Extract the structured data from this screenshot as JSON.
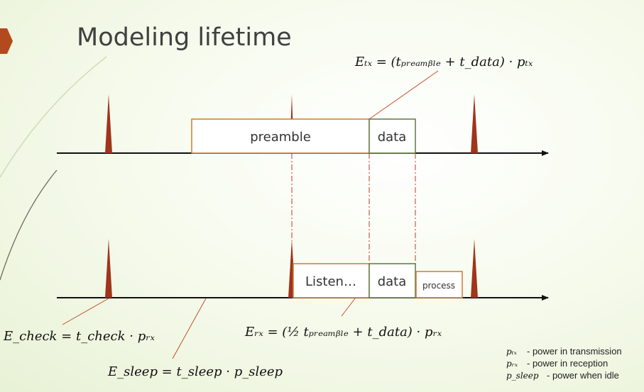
{
  "slide": {
    "title": "Modeling lifetime"
  },
  "colors": {
    "accent_arrow": "#b34a1d",
    "spike": "#a0341c",
    "preamble_border": "#d07a2e",
    "data_border": "#5f7a3d",
    "connector_line": "#c0502a",
    "dashed_line": "#c0392b"
  },
  "boxes": {
    "preamble": "preamble",
    "data_tx": "data",
    "listen": "Listen…",
    "data_rx": "data",
    "process": "process"
  },
  "formulas": {
    "e_tx": "Eₜₓ = (tₚᵣₑₐₘᵦₗₑ + t_data) · pₜₓ",
    "e_rx": "Eᵣₓ = (½ tₚᵣₑₐₘᵦₗₑ + t_data) · pᵣₓ",
    "e_check": "E_check = t_check · pᵣₓ",
    "e_sleep": "E_sleep = t_sleep · p_sleep"
  },
  "legend": [
    {
      "symbol": "pₜₓ",
      "text": "- power in transmission"
    },
    {
      "symbol": "pᵣₓ",
      "text": "- power in reception"
    },
    {
      "symbol": "p_sleep",
      "text": "- power when idle"
    }
  ]
}
